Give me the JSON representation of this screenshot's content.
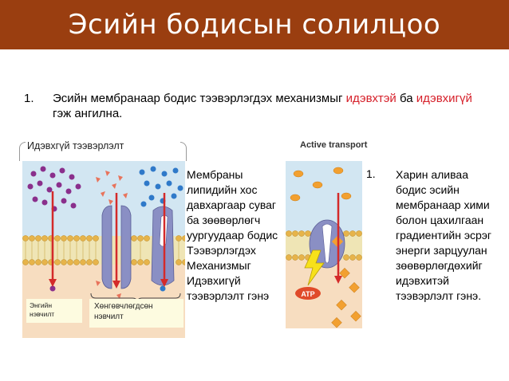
{
  "title": "Эсийн бодисын солилцоо",
  "point1": {
    "number": "1.",
    "text_before": "Эсийн мембранаар бодис тээвэрлэгдэх механизмыг ",
    "highlight1": "идэвхтэй",
    "text_mid": " ба ",
    "highlight2": "идэвхигүй",
    "text_after": " гэж ангилна."
  },
  "passive": {
    "label": "Идэвхгүй тээвэрлэлт",
    "box_simple": "Энгийн\nнэвчилт",
    "box_facilitated": "Хөнгөвчлөгдсөн\nнэвчилт"
  },
  "middle_text": "Мембраны\nлипидийн хос\nдавхаргаар суваг\n ба зөөвөрлөгч\nуургуудаар бодис\nТээвэрлэгдэх\nМеханизмыг\nИдэвхигүй\nтээвэрлэлт гэнэ",
  "active": {
    "title": "Active transport",
    "atp_label": "ATP"
  },
  "right": {
    "number": "1.",
    "text": "Харин аливаа\nбодис эсийн\nмембранаар хими\nболон цахилгаан\nградиентийн эсрэг\nэнерги зарцуулан\nзөөвөрлөгдөхийг\nидэвхитэй\nтээвэрлэлт гэнэ."
  },
  "colors": {
    "title_bg": "#9a3e10",
    "highlight": "#d6202a",
    "membrane_head": "#e7b44a",
    "protein": "#8a8fc4",
    "arrow": "#d42a2a",
    "solute_purple": "#8a2f8c",
    "solute_blue": "#2f79c9",
    "solute_orange": "#f2a030"
  }
}
